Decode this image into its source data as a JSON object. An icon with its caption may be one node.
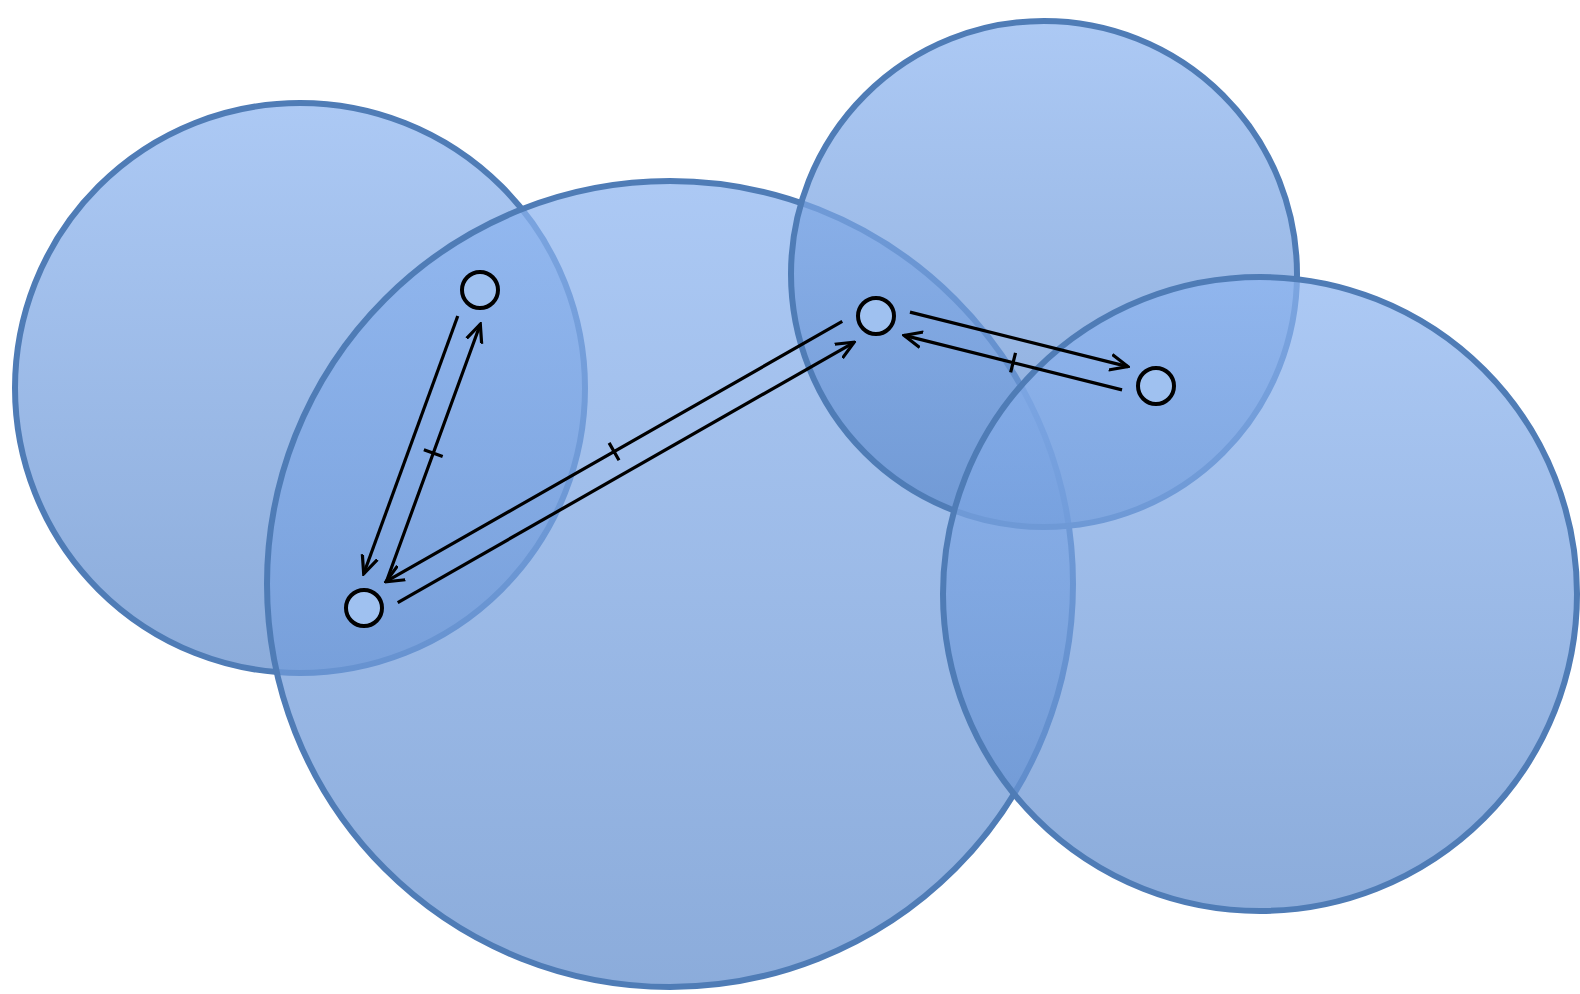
{
  "diagram": {
    "nodes": [
      {
        "text": [],
        "shape": "circle"
      },
      {
        "text": [],
        "shape": "circle"
      },
      {
        "text": [],
        "shape": "circle"
      },
      {
        "text": [],
        "shape": "circle"
      }
    ],
    "edges": [
      {
        "from": 1,
        "to": 0,
        "arrow": "to"
      },
      {
        "from": 0,
        "to": 1,
        "arrow": "to"
      },
      {
        "from": 2,
        "to": 1,
        "arrow": "to"
      },
      {
        "from": 1,
        "to": 2,
        "arrow": "to"
      },
      {
        "from": 2,
        "to": 3,
        "arrow": "to"
      },
      {
        "from": 3,
        "to": 2,
        "arrow": "to"
      }
    ]
  }
}
